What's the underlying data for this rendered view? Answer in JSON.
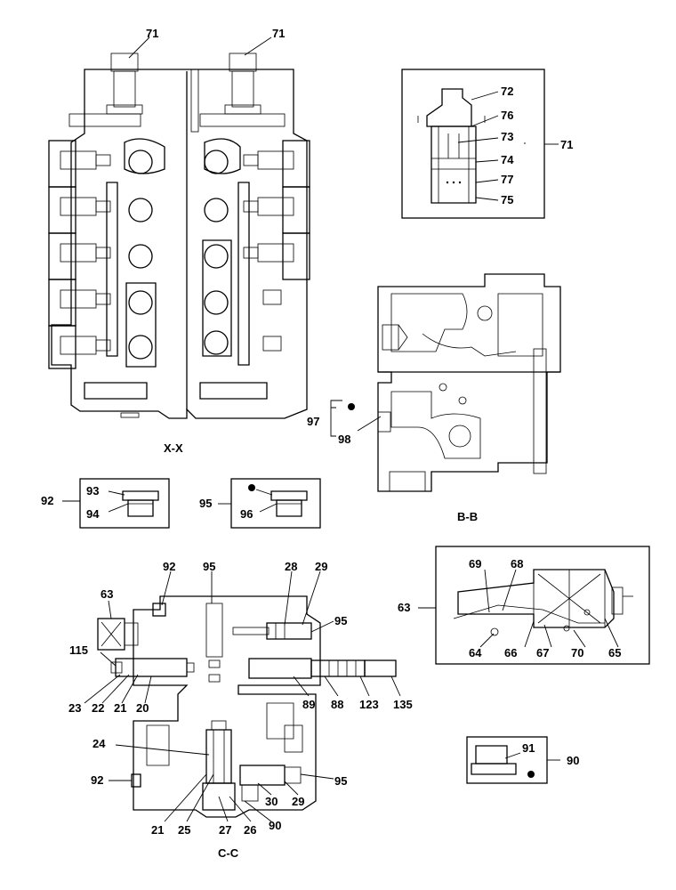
{
  "labels": {
    "p71a": "71",
    "p71b": "71",
    "p72": "72",
    "p76": "76",
    "p73": "73",
    "p71c": "71",
    "p74": "74",
    "p77": "77",
    "p75": "75",
    "p97": "97",
    "p98": "98",
    "p92a": "92",
    "p93": "93",
    "p94": "94",
    "p95a": "95",
    "p96": "96",
    "p92b": "92",
    "p95b": "95",
    "p28": "28",
    "p29a": "29",
    "p63a": "63",
    "p95c": "95",
    "p115": "115",
    "p23": "23",
    "p22": "22",
    "p21a": "21",
    "p20": "20",
    "p89": "89",
    "p88": "88",
    "p123": "123",
    "p135": "135",
    "p24": "24",
    "p92c": "92",
    "p95d": "95",
    "p30": "30",
    "p29b": "29",
    "p21b": "21",
    "p25": "25",
    "p27": "27",
    "p26": "26",
    "p90a": "90",
    "p63b": "63",
    "p69": "69",
    "p68": "68",
    "p64": "64",
    "p66": "66",
    "p67": "67",
    "p70": "70",
    "p65": "65",
    "p91": "91",
    "p90b": "90"
  },
  "titles": {
    "xx": "X-X",
    "bb": "B-B",
    "cc": "C-C"
  }
}
